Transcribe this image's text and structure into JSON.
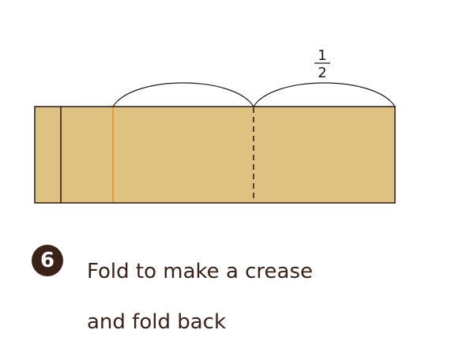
{
  "diagram": {
    "fraction": {
      "numerator": "1",
      "denominator": "2"
    },
    "colors": {
      "paper": "#dfc182",
      "outline": "#231815",
      "orange_line": "#e8901e",
      "badge": "#3a2218",
      "text": "#3a2218"
    }
  },
  "step": {
    "number": "6",
    "instruction_line1": "Fold to make a crease",
    "instruction_line2": "and fold back"
  }
}
